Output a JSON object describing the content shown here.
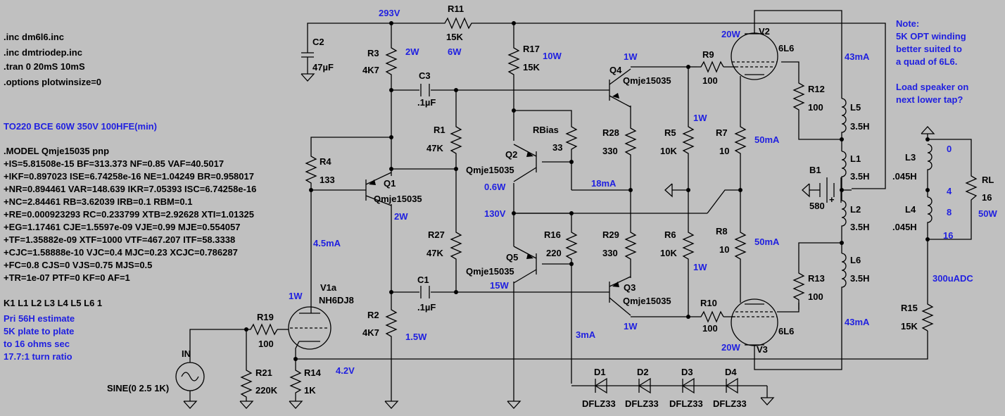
{
  "directives": [
    ".inc dm6l6.inc",
    ".inc dmtriodep.inc",
    ".tran 0 20mS 10mS",
    ".options plotwinsize=0"
  ],
  "model_title": "TO220 BCE 60W 350V 100HFE(min)",
  "model_lines": [
    ".MODEL Qmje15035 pnp",
    "+IS=5.81508e-15 BF=313.373 NF=0.85 VAF=40.5017",
    "+IKF=0.897023 ISE=6.74258e-16 NE=1.04249 BR=0.958017",
    "+NR=0.894461 VAR=148.639 IKR=7.05393 ISC=6.74258e-16",
    "+NC=2.84461 RB=3.62039 IRB=0.1 RBM=0.1",
    "+RE=0.000923293 RC=0.233799 XTB=2.92628 XTI=1.01325",
    "+EG=1.17461 CJE=1.5597e-09 VJE=0.99 MJE=0.554057",
    "+TF=1.35882e-09 XTF=1000 VTF=467.207 ITF=58.3338",
    "+CJC=1.58888e-10 VJC=0.4 MJC=0.23 XCJC=0.786287",
    "+FC=0.8 CJS=0 VJS=0.75 MJS=0.5",
    "+TR=1e-07 PTF=0 KF=0 AF=1"
  ],
  "coupling": "K1 L1 L2 L3 L4 L5 L6 1",
  "xfmr_note": [
    "Pri 56H estimate",
    "5K plate to plate",
    "to 16 ohms sec",
    "17.7:1 turn ratio"
  ],
  "note": [
    "Note:",
    "5K OPT winding",
    "better suited to",
    "a quad of 6L6.",
    "",
    "Load speaker on",
    "next lower tap?"
  ],
  "components": {
    "R11": {
      "name": "R11",
      "value": "15K",
      "power": "6W"
    },
    "R17": {
      "name": "R17",
      "value": "15K",
      "power": "10W"
    },
    "R3": {
      "name": "R3",
      "value": "4K7",
      "power": "2W"
    },
    "R2": {
      "name": "R2",
      "value": "4K7",
      "power": "1.5W"
    },
    "R1": {
      "name": "R1",
      "value": "47K"
    },
    "R27": {
      "name": "R27",
      "value": "47K"
    },
    "R4": {
      "name": "R4",
      "value": "133"
    },
    "R16": {
      "name": "R16",
      "value": "220"
    },
    "RBias": {
      "name": "RBias",
      "value": "33"
    },
    "R28": {
      "name": "R28",
      "value": "330"
    },
    "R29": {
      "name": "R29",
      "value": "330"
    },
    "R5": {
      "name": "R5",
      "value": "10K",
      "power": "1W"
    },
    "R6": {
      "name": "R6",
      "value": "10K",
      "power": "1W"
    },
    "R7": {
      "name": "R7",
      "value": "10"
    },
    "R8": {
      "name": "R8",
      "value": "10"
    },
    "R9": {
      "name": "R9",
      "value": "100"
    },
    "R10": {
      "name": "R10",
      "value": "100"
    },
    "R12": {
      "name": "R12",
      "value": "100"
    },
    "R13": {
      "name": "R13",
      "value": "100"
    },
    "R14": {
      "name": "R14",
      "value": "1K"
    },
    "R15": {
      "name": "R15",
      "value": "15K"
    },
    "R19": {
      "name": "R19",
      "value": "100"
    },
    "R21": {
      "name": "R21",
      "value": "220K"
    },
    "RL": {
      "name": "RL",
      "value": "16",
      "power": "50W"
    },
    "C1": {
      "name": "C1",
      "value": ".1µF"
    },
    "C2": {
      "name": "C2",
      "value": "47µF"
    },
    "C3": {
      "name": "C3",
      "value": ".1µF"
    },
    "Q1": {
      "name": "Q1",
      "model": "Qmje15035",
      "power": "2W"
    },
    "Q2": {
      "name": "Q2",
      "model": "Qmje15035",
      "power": "0.6W"
    },
    "Q3": {
      "name": "Q3",
      "model": "Qmje15035",
      "power": "1W"
    },
    "Q4": {
      "name": "Q4",
      "model": "Qmje15035",
      "power": "1W"
    },
    "Q5": {
      "name": "Q5",
      "model": "Qmje15035",
      "power": "15W"
    },
    "V1a": {
      "name": "V1a",
      "model": "NH6DJ8",
      "power": "1W"
    },
    "V2": {
      "name": "V2",
      "model": "6L6",
      "power": "20W"
    },
    "V3": {
      "name": "V3",
      "model": "6L6",
      "power": "20W"
    },
    "L1": {
      "name": "L1",
      "value": "3.5H"
    },
    "L2": {
      "name": "L2",
      "value": "3.5H"
    },
    "L3": {
      "name": "L3",
      "value": ".045H"
    },
    "L4": {
      "name": "L4",
      "value": ".045H"
    },
    "L5": {
      "name": "L5",
      "value": "3.5H"
    },
    "L6": {
      "name": "L6",
      "value": "3.5H"
    },
    "B1": {
      "name": "B1",
      "value": "580"
    },
    "D1": {
      "name": "D1",
      "model": "DFLZ33"
    },
    "D2": {
      "name": "D2",
      "model": "DFLZ33"
    },
    "D3": {
      "name": "D3",
      "model": "DFLZ33"
    },
    "D4": {
      "name": "D4",
      "model": "DFLZ33"
    },
    "IN": {
      "name": "IN",
      "value": "SINE(0 2.5 1K)"
    }
  },
  "annotations": {
    "v293": "293V",
    "v130": "130V",
    "v42": "4.2V",
    "i45": "4.5mA",
    "i18": "18mA",
    "i3": "3mA",
    "i43a": "43mA",
    "i43b": "43mA",
    "i50a": "50mA",
    "i50b": "50mA",
    "i300u": "300uADC",
    "tap0": "0",
    "tap4": "4",
    "tap8": "8",
    "tap16": "16"
  }
}
